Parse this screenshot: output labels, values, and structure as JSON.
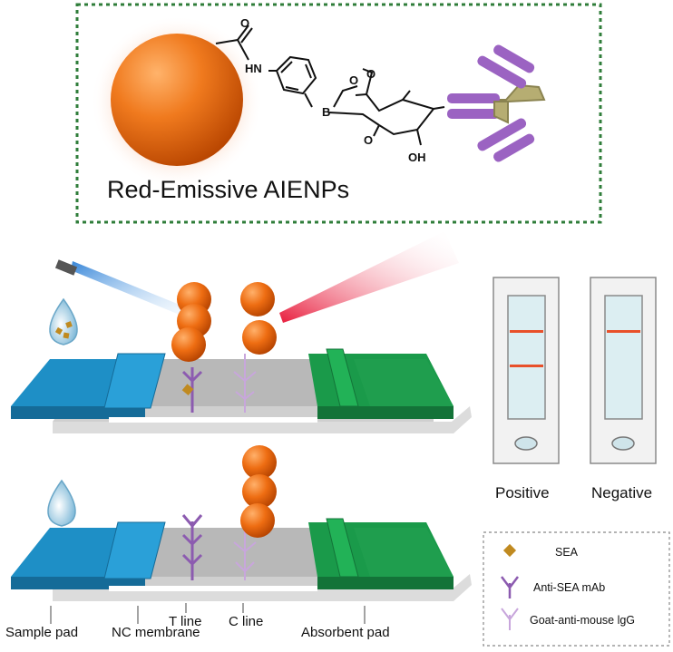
{
  "conjugate": {
    "title": "Red-Emissive AIENPs",
    "atom_o": "O",
    "atom_nh": "HN",
    "atom_b": "B",
    "atom_o2": "O",
    "atom_o3": "O",
    "atom_o4": "O",
    "atom_oh": "OH"
  },
  "strip": {
    "labels": {
      "sample_pad": "Sample pad",
      "nc_membrane": "NC membrane",
      "t_line": "T line",
      "c_line": "C line",
      "absorbent_pad": "Absorbent pad"
    }
  },
  "results": {
    "positive": "Positive",
    "negative": "Negative"
  },
  "legend": {
    "items": [
      {
        "label": "SEA",
        "icon": "sea-antigen-icon"
      },
      {
        "label": "Anti-SEA mAb",
        "icon": "antibody-icon"
      },
      {
        "label": "Goat-anti-mouse lgG",
        "icon": "secondary-antibody-icon"
      }
    ]
  },
  "colors": {
    "nanoparticle": "#e8650a",
    "sample_pad": "#1e8fc6",
    "absorbent_pad": "#1a9a4a",
    "membrane": "#bdbdbd",
    "antibody": "#8c5bb0",
    "secondary_antibody": "#c8a6dc",
    "test_line": "#e8502a",
    "laser": "#e82040",
    "light_source": "#4aa3e0",
    "frame": "#2f7d3a"
  }
}
